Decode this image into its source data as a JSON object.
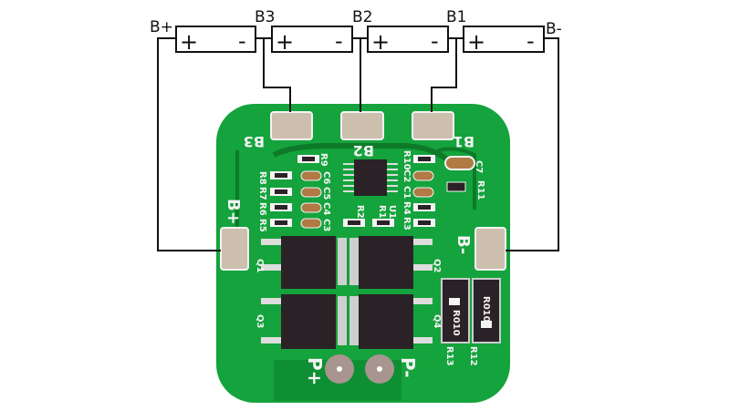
{
  "diagram": {
    "terminals": {
      "b_plus": "B+",
      "b3": "B3",
      "b2": "B2",
      "b1": "B1",
      "b_minus": "B-"
    },
    "cell_signs": {
      "plus": "+",
      "minus": "-"
    },
    "cell_count": 4
  },
  "board": {
    "pad_labels": {
      "b3": "B3",
      "b2": "B2",
      "b1": "B1",
      "b_plus": "B+",
      "b_minus": "B-",
      "p_plus": "P+",
      "p_minus": "P-"
    },
    "component_labels": {
      "left_resistors": [
        "R9",
        "R8",
        "R7",
        "R6",
        "R5"
      ],
      "left_caps": [
        "C6",
        "C5",
        "C4",
        "C3"
      ],
      "right_resistors": [
        "R10",
        "R4",
        "R3"
      ],
      "right_caps": [
        "C2",
        "C1"
      ],
      "c7": "C7",
      "r11": "R11",
      "r2": "R2",
      "r1": "R1",
      "u1": "U1",
      "mosfets": [
        "Q1",
        "Q2",
        "Q3",
        "Q4"
      ],
      "shunts": [
        "R13",
        "R12"
      ],
      "shunt_marking": "R010"
    },
    "colors": {
      "pcb": "#14a33c",
      "pcb_dark": "#0d7a2a",
      "pad": "#cdbfae",
      "silk": "#f4f4f4",
      "chip": "#2a2226"
    }
  }
}
